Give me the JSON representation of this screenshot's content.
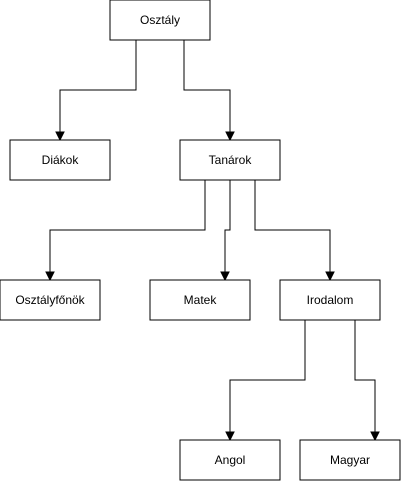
{
  "diagram": {
    "nodes": [
      {
        "id": "osztaly",
        "label": "Osztály"
      },
      {
        "id": "diakok",
        "label": "Diákok"
      },
      {
        "id": "tanarok",
        "label": "Tanárok"
      },
      {
        "id": "osztalyfonok",
        "label": "Osztályfőnök"
      },
      {
        "id": "matek",
        "label": "Matek"
      },
      {
        "id": "irodalom",
        "label": "Irodalom"
      },
      {
        "id": "angol",
        "label": "Angol"
      },
      {
        "id": "magyar",
        "label": "Magyar"
      }
    ],
    "edges": [
      {
        "from": "osztaly",
        "to": "diakok"
      },
      {
        "from": "osztaly",
        "to": "tanarok"
      },
      {
        "from": "tanarok",
        "to": "osztalyfonok"
      },
      {
        "from": "tanarok",
        "to": "matek"
      },
      {
        "from": "tanarok",
        "to": "irodalom"
      },
      {
        "from": "irodalom",
        "to": "angol"
      },
      {
        "from": "irodalom",
        "to": "magyar"
      }
    ]
  }
}
